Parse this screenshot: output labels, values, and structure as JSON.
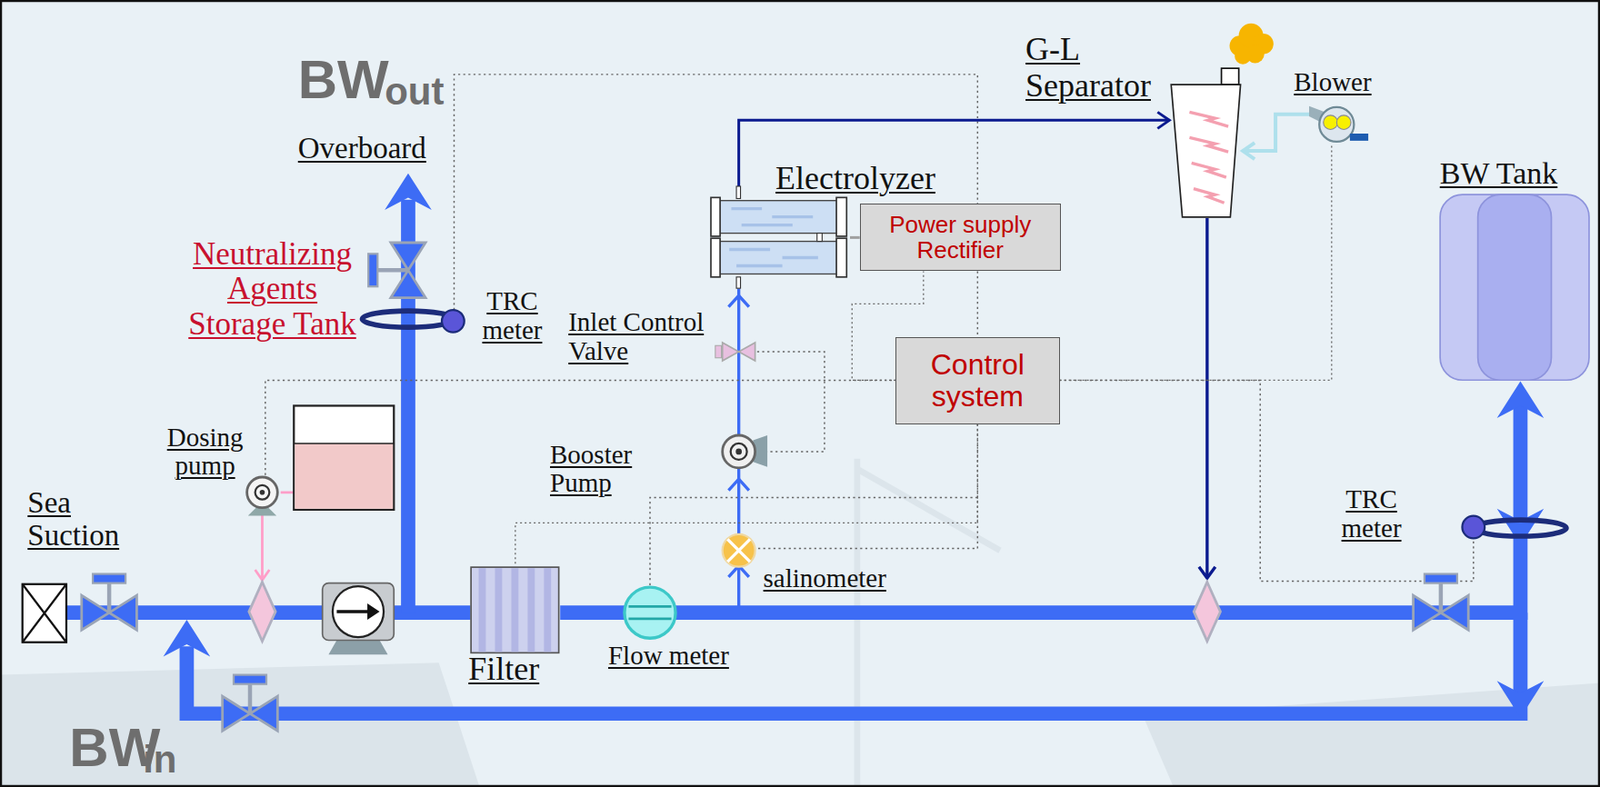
{
  "diagram": {
    "nodes": [
      {
        "text": [
          "Electrolyzer"
        ]
      },
      {
        "text": [
          "Power supply Rectifier"
        ]
      },
      {
        "text": [
          "G-L Separator"
        ]
      },
      {
        "text": [
          "Blower"
        ]
      },
      {
        "text": [
          "Control system"
        ]
      },
      {
        "text": [
          "BW Tank"
        ]
      },
      {
        "text": [
          "Filter"
        ]
      }
    ],
    "edges": [
      {
        "from": 0,
        "to": 2,
        "arrow": "to"
      },
      {
        "from": 3,
        "to": 2,
        "arrow": "to"
      },
      {
        "from": 0,
        "to": 1,
        "arrow": "none"
      },
      {
        "from": 4,
        "to": 1,
        "arrow": "none"
      },
      {
        "from": 4,
        "to": 3,
        "arrow": "none"
      },
      {
        "from": 4,
        "to": 6,
        "arrow": "none"
      },
      {
        "from": 6,
        "to": 5,
        "arrow": "to"
      }
    ],
    "labels": [
      "BW",
      "out",
      "Overboard",
      "Neutralizing Agents Storage Tank",
      "TRC meter",
      "Inlet Control Valve",
      "Dosing pump",
      "Booster Pump",
      "Sea Suction",
      "salinometer",
      "Flow meter",
      "TRC meter",
      "BW",
      "in"
    ]
  }
}
